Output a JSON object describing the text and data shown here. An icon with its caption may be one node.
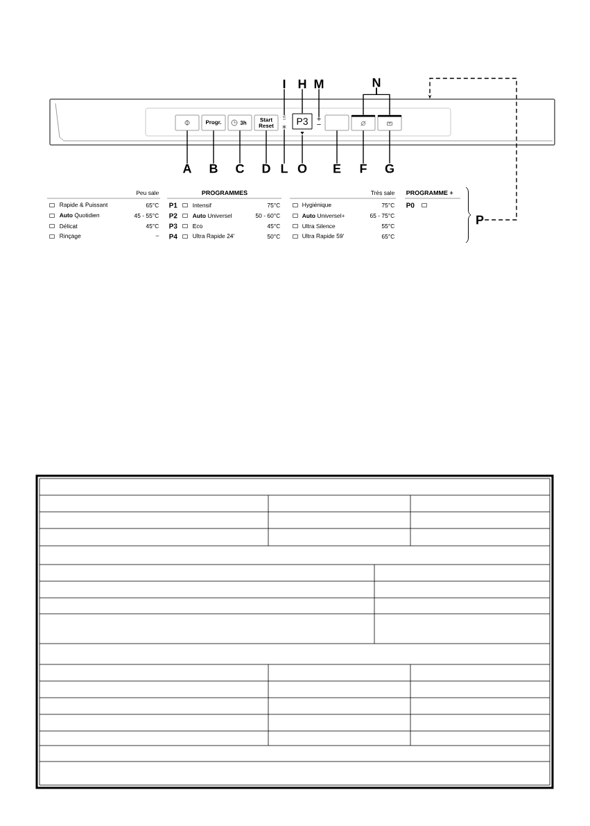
{
  "diagram": {
    "nodes": [
      {
        "text": [],
        "shape": "box"
      },
      {
        "text": [],
        "shape": "box",
        "in": 0
      },
      {
        "text": [],
        "shape": "box",
        "in": 1
      },
      {
        "text": [
          "Progr."
        ],
        "in": 1
      },
      {
        "text": [
          "3h"
        ],
        "in": 1
      },
      {
        "text": [
          "Start Reset"
        ],
        "in": 1
      },
      {
        "text": [],
        "shape": "symbol",
        "in": 1
      },
      {
        "text": [],
        "shape": "symbol",
        "in": 1
      },
      {
        "text": [
          "P3"
        ],
        "in": 1
      },
      {
        "text": [],
        "shape": "symbol",
        "in": 1
      },
      {
        "text": [
          "+",
          "−"
        ],
        "in": 1
      },
      {
        "text": [],
        "shape": "box",
        "in": 1
      },
      {
        "text": [],
        "shape": "box",
        "in": 1
      },
      {
        "text": [],
        "shape": "box",
        "in": 1
      },
      {
        "text": [
          "A"
        ]
      },
      {
        "text": [
          "B"
        ]
      },
      {
        "text": [
          "C"
        ]
      },
      {
        "text": [
          "D"
        ]
      },
      {
        "text": [
          "L"
        ]
      },
      {
        "text": [
          "O"
        ]
      },
      {
        "text": [
          "E"
        ]
      },
      {
        "text": [
          "F"
        ]
      },
      {
        "text": [
          "G"
        ]
      },
      {
        "text": [
          "I"
        ]
      },
      {
        "text": [
          "H"
        ]
      },
      {
        "text": [
          "M"
        ]
      },
      {
        "text": [
          "N"
        ]
      },
      {
        "text": [
          "P"
        ]
      }
    ],
    "edges": [
      {
        "from": 14,
        "to": 2,
        "arrow": "none"
      },
      {
        "from": 15,
        "to": 3,
        "arrow": "none"
      },
      {
        "from": 16,
        "to": 4,
        "arrow": "none"
      },
      {
        "from": 17,
        "to": 5,
        "arrow": "none"
      },
      {
        "from": 18,
        "to": 7,
        "arrow": "none"
      },
      {
        "from": 19,
        "to": 9,
        "arrow": "none"
      },
      {
        "from": 20,
        "to": 11,
        "arrow": "none"
      },
      {
        "from": 21,
        "to": 12,
        "arrow": "none"
      },
      {
        "from": 22,
        "to": 13,
        "arrow": "none"
      },
      {
        "from": 23,
        "to": 6,
        "arrow": "none"
      },
      {
        "from": 24,
        "to": 8,
        "arrow": "none"
      },
      {
        "from": 25,
        "to": 10,
        "arrow": "none"
      },
      {
        "from": 26,
        "to": 12,
        "arrow": "none"
      },
      {
        "from": 26,
        "to": 13,
        "arrow": "none"
      },
      {
        "from": 27,
        "to": 0,
        "arrow": "to",
        "style": "dashed"
      }
    ],
    "labels": [
      "Peu sale",
      "Rapide & Puissant",
      "65°C",
      "**Auto** Quotidien",
      "45 - 55°C",
      "Délicat",
      "45°C",
      "Rinçage",
      "–",
      "PROGRAMMES",
      "P1",
      "Intensif",
      "75°C",
      "P2",
      "**Auto** Universel",
      "50 - 60°C",
      "P3",
      "Eco",
      "45°C",
      "P4",
      "Ultra Rapide 24'",
      "50°C",
      "Très sale",
      "Hygiénique",
      "75°C",
      "**Auto** Universel+",
      "65 - 75°C",
      "Ultra Silence",
      "55°C",
      "Ultra Rapide 59'",
      "65°C",
      "PROGRAMME +",
      "P0"
    ]
  }
}
